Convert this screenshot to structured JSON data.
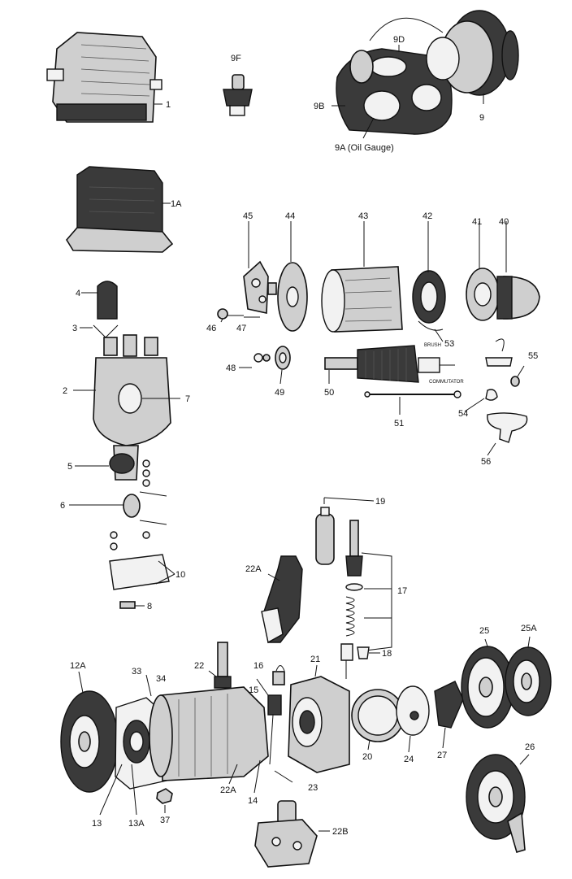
{
  "labels": {
    "l1": "1",
    "l1a": "1A",
    "l9f": "9F",
    "l9d": "9D",
    "l9b": "9B",
    "l9": "9",
    "l9a": "9A (Oil Gauge)",
    "l45": "45",
    "l44": "44",
    "l43": "43",
    "l42": "42",
    "l41": "41",
    "l40": "40",
    "l46": "46",
    "l47": "47",
    "l48": "48",
    "l49": "49",
    "l50": "50",
    "l51": "51",
    "l53": "53",
    "l54": "54",
    "l55": "55",
    "l56": "56",
    "brush": "BRUSH",
    "commutator": "COMMUTATOR",
    "l4": "4",
    "l3": "3",
    "l2": "2",
    "l7": "7",
    "l5": "5",
    "l6": "6",
    "l10": "10",
    "l8": "8",
    "l19": "19",
    "l17": "17",
    "l18": "18",
    "l22a_top": "22A",
    "l12a": "12A",
    "l33": "33",
    "l34": "34",
    "l22": "22",
    "l16": "16",
    "l15": "15",
    "l21": "21",
    "l25": "25",
    "l25a": "25A",
    "l13": "13",
    "l13a": "13A",
    "l37": "37",
    "l22a": "22A",
    "l14": "14",
    "l23": "23",
    "l20": "20",
    "l24": "24",
    "l27": "27",
    "l26": "26",
    "l22b": "22B"
  }
}
